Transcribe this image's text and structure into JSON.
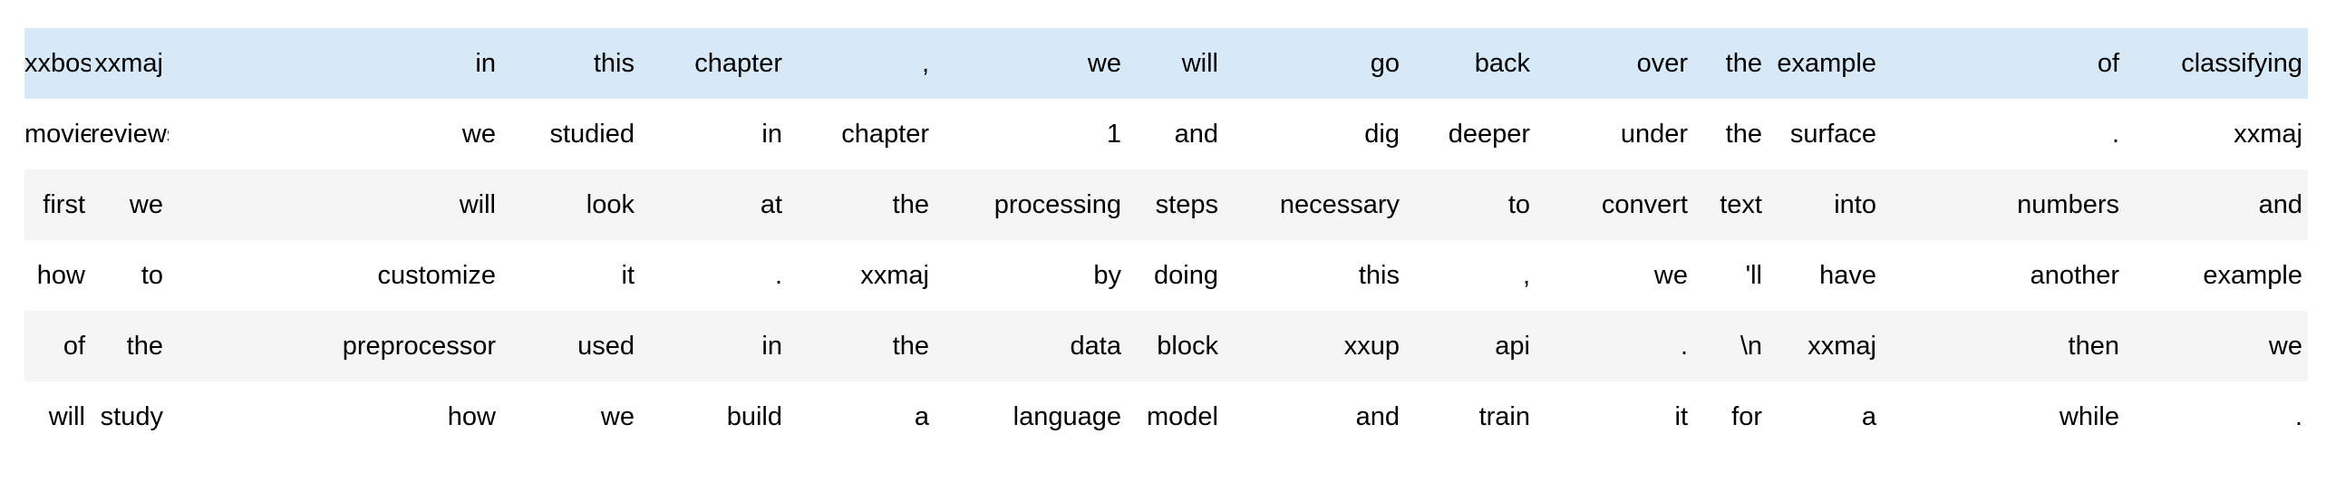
{
  "table": {
    "description": "tokenized-text-batch-table",
    "row_count": 6,
    "col_count": 15,
    "highlighted_row_index": 0,
    "striped_row_indices": [
      2,
      4
    ],
    "colors": {
      "highlight_row_bg": "#d7e8f7",
      "stripe_row_bg": "#f5f5f5",
      "default_row_bg": "#ffffff",
      "text": "#000000",
      "page_bg": "#ffffff"
    },
    "rows": [
      [
        "xxbos",
        "xxmaj",
        "in",
        "this",
        "chapter",
        ",",
        "we",
        "will",
        "go",
        "back",
        "over",
        "the",
        "example",
        "of",
        "classifying"
      ],
      [
        "movie",
        "reviews",
        "we",
        "studied",
        "in",
        "chapter",
        "1",
        "and",
        "dig",
        "deeper",
        "under",
        "the",
        "surface",
        ".",
        "xxmaj"
      ],
      [
        "first",
        "we",
        "will",
        "look",
        "at",
        "the",
        "processing",
        "steps",
        "necessary",
        "to",
        "convert",
        "text",
        "into",
        "numbers",
        "and"
      ],
      [
        "how",
        "to",
        "customize",
        "it",
        ".",
        "xxmaj",
        "by",
        "doing",
        "this",
        ",",
        "we",
        "'ll",
        "have",
        "another",
        "example"
      ],
      [
        "of",
        "the",
        "preprocessor",
        "used",
        "in",
        "the",
        "data",
        "block",
        "xxup",
        "api",
        ".",
        "\\n",
        "xxmaj",
        "then",
        "we"
      ],
      [
        "will",
        "study",
        "how",
        "we",
        "build",
        "a",
        "language",
        "model",
        "and",
        "train",
        "it",
        "for",
        "a",
        "while",
        "."
      ]
    ]
  }
}
